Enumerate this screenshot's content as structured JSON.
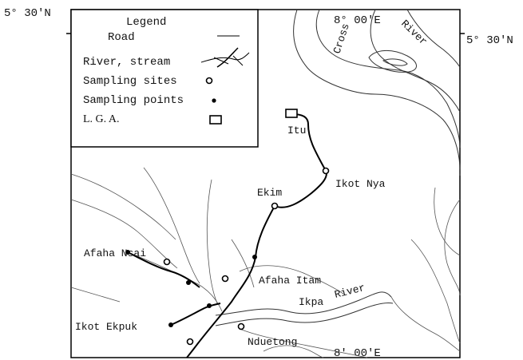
{
  "coordinates": {
    "lat_left": "5° 30′N",
    "lat_right": "5° 30′N",
    "lon_top": "8° 00′E",
    "lon_bottom": "8′ 00′E"
  },
  "legend": {
    "title": "Legend",
    "items": [
      {
        "label": "Road",
        "symbol": "road-line"
      },
      {
        "label": "River, stream",
        "symbol": "river-line"
      },
      {
        "label": "Sampling sites",
        "symbol": "open-circle"
      },
      {
        "label": "Sampling points",
        "symbol": "filled-dot"
      },
      {
        "label": "L. G. A.",
        "symbol": "open-square"
      }
    ]
  },
  "places": {
    "itu": "Itu",
    "ikot_nya": "Ikot Nya",
    "ekim": "Ekim",
    "afaha_nsai": "Afaha Nsai",
    "afaha_itam": "Afaha Itam",
    "ikot_ekpuk": "Ikot Ekpuk",
    "nduetong": "Nduetong"
  },
  "rivers": {
    "cross_river_word1": "Cross",
    "cross_river_word2": "River",
    "ikpa_river_word1": "Ikpa",
    "ikpa_river_word2": "River"
  }
}
